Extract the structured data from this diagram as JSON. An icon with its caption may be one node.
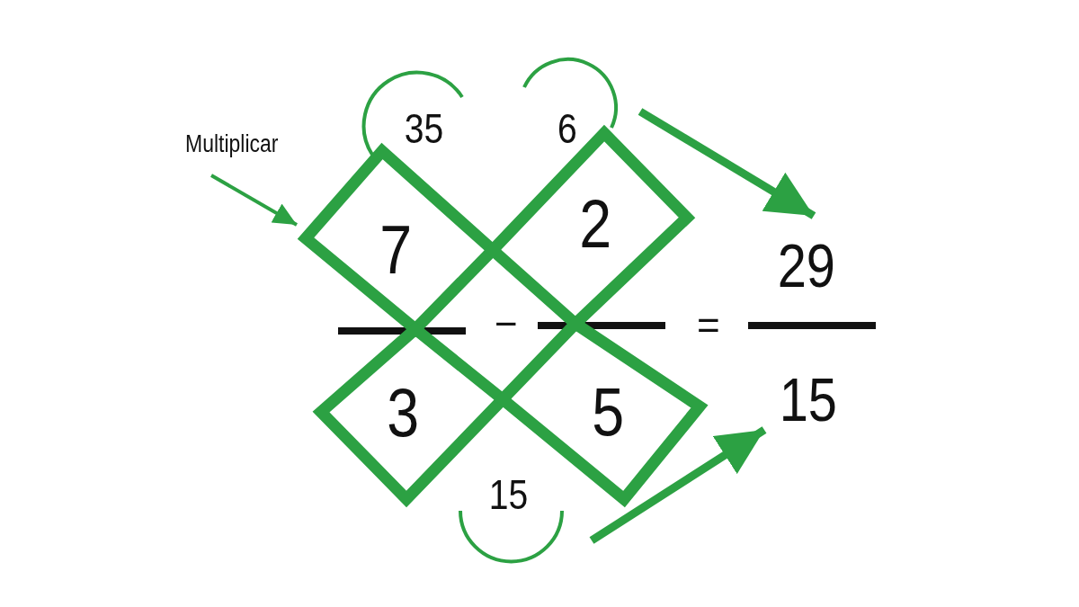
{
  "diagram": {
    "nodes": [
      {
        "text": [
          "Multiplicar"
        ]
      },
      {
        "text": [
          "7"
        ]
      },
      {
        "text": [
          "2"
        ]
      },
      {
        "text": [
          "3"
        ]
      },
      {
        "text": [
          "5"
        ]
      },
      {
        "text": [
          "35"
        ]
      },
      {
        "text": [
          "6"
        ]
      },
      {
        "text": [
          "15"
        ]
      },
      {
        "text": [
          "29"
        ]
      },
      {
        "text": [
          "15"
        ]
      }
    ],
    "edges": [
      {
        "from": 0,
        "to": 1,
        "arrow": "to"
      },
      {
        "from": 6,
        "to": 8,
        "arrow": "to"
      },
      {
        "from": 7,
        "to": 9,
        "arrow": "to"
      }
    ],
    "labels": [
      "−",
      "="
    ]
  }
}
